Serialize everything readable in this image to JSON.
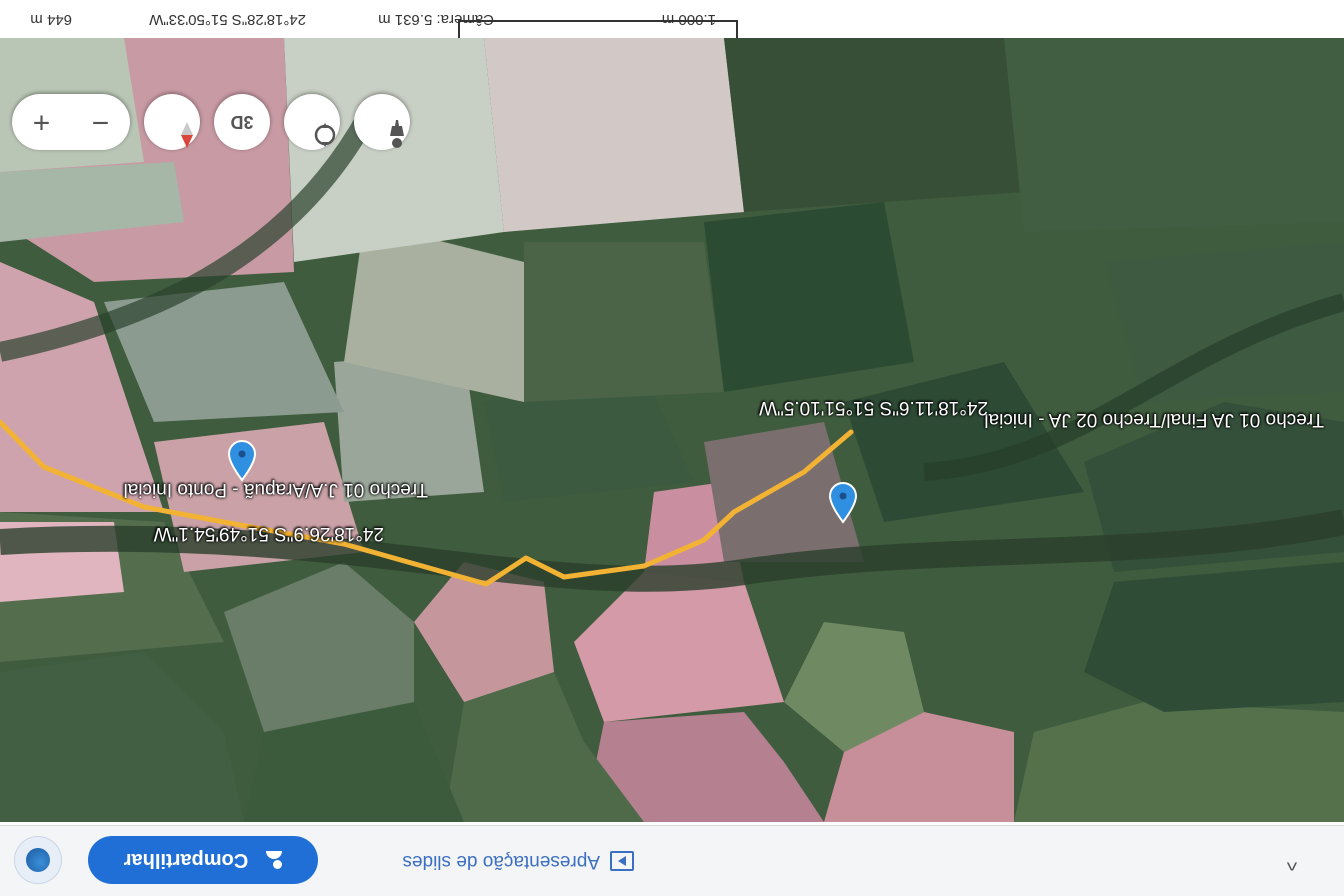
{
  "toolbar": {
    "slideshow_label": "Apresentação de slides",
    "share_label": "Compartilhar",
    "chevron": "^"
  },
  "markers": [
    {
      "name": "Trecho 01 J.A/Arapuã - Ponto Inicial",
      "coords": "24°18'26.9\"S 51°49'54.1\"W"
    },
    {
      "name": "Trecho 01 JA Final/Trecho 02 JA - Inicial",
      "coords": "24°18'11.6\"S 51°51'10.5\"W"
    }
  ],
  "controls": {
    "zoom_in": "+",
    "zoom_out": "−",
    "view_3d": "3D"
  },
  "status": {
    "scale": "1.000 m",
    "camera": "Câmera: 5.631 m",
    "coords": "24°18'28\"S 51°50'33\"W",
    "elevation": "644 m"
  },
  "colors": {
    "route": "#f2b233",
    "marker": "#2f8fe0",
    "share_button": "#1f6fd6"
  },
  "icons": [
    "chevron-up-icon",
    "slideshow-icon",
    "share-icon",
    "app-logo-icon",
    "compass-icon",
    "rotate-icon",
    "pegman-icon",
    "map-pin-icon"
  ]
}
